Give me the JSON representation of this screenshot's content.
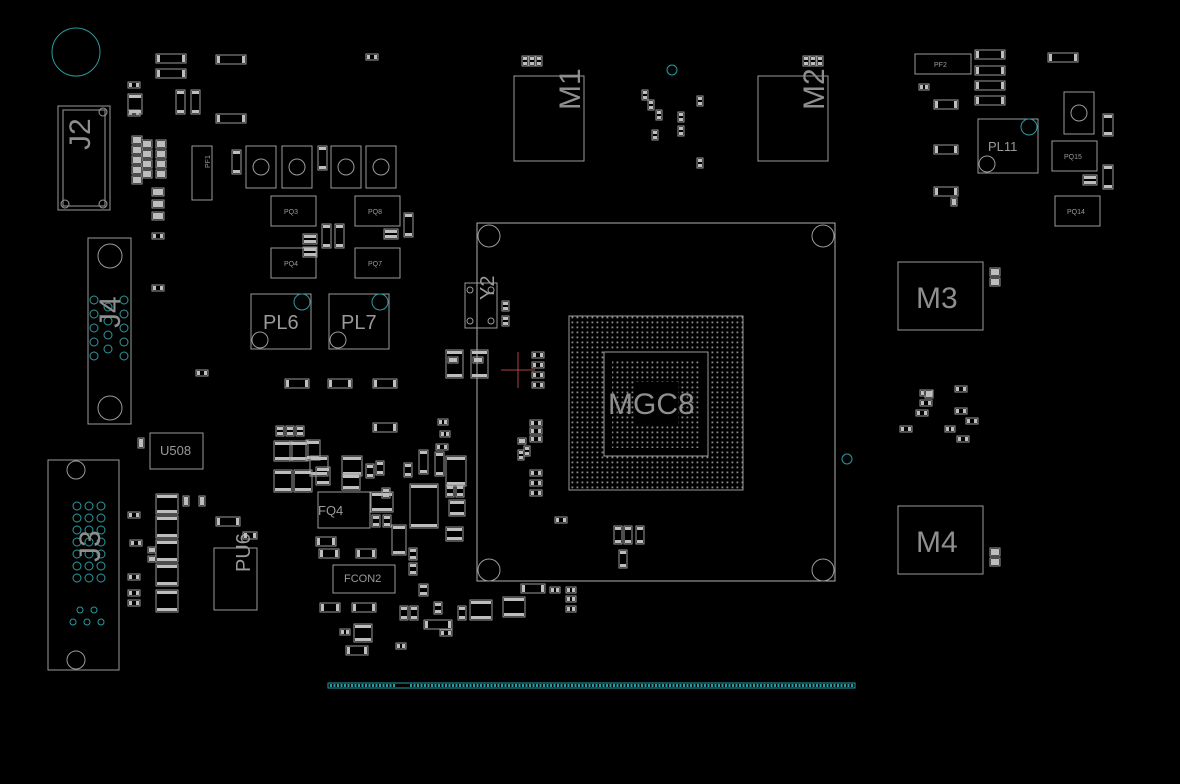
{
  "labels": {
    "j2": "J2",
    "j4": "J4",
    "j3": "J3",
    "u508": "U508",
    "pu6": "PU6",
    "pl6": "PL6",
    "pl7": "PL7",
    "pq3": "PQ3",
    "pq8": "PQ8",
    "pq4": "PQ4",
    "pq7": "PQ7",
    "pf1": "PF1",
    "m1": "M1",
    "m2": "M2",
    "m3": "M3",
    "m4": "M4",
    "y2": "Y2",
    "mgc8": "MGC8",
    "pl11": "PL11",
    "pq15": "PQ15",
    "pq14": "PQ14",
    "pf2": "PF2",
    "fq4": "FQ4",
    "fcon2": "FCON2"
  }
}
